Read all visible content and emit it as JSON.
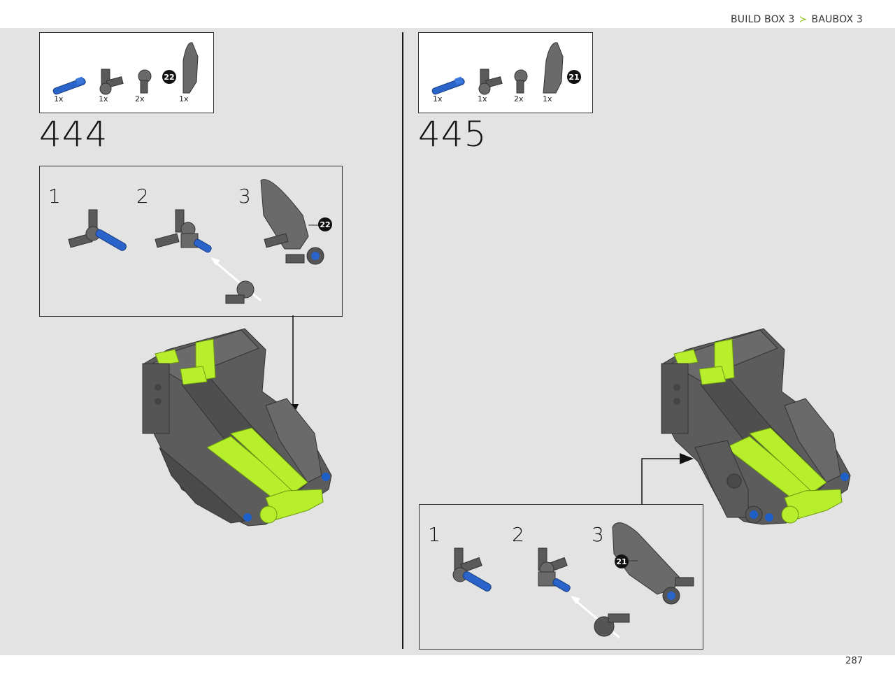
{
  "breadcrumb": {
    "item1": "BUILD BOX 3",
    "separator": "≻",
    "item2": "BAUBOX 3"
  },
  "page_number": "287",
  "steps": [
    {
      "number": "444",
      "parts": [
        {
          "qty": "1x",
          "icon": "blue-axle-pin"
        },
        {
          "qty": "1x",
          "icon": "grey-axle-connector"
        },
        {
          "qty": "2x",
          "icon": "grey-pin-connector"
        },
        {
          "qty": "1x",
          "icon": "grey-panel-22",
          "badge": "22"
        }
      ],
      "substeps": [
        "1",
        "2",
        "3"
      ],
      "panel_badge": "22"
    },
    {
      "number": "445",
      "parts": [
        {
          "qty": "1x",
          "icon": "blue-axle-pin"
        },
        {
          "qty": "1x",
          "icon": "grey-axle-connector"
        },
        {
          "qty": "2x",
          "icon": "grey-pin-connector"
        },
        {
          "qty": "1x",
          "icon": "grey-panel-21",
          "badge": "21"
        }
      ],
      "substeps": [
        "1",
        "2",
        "3"
      ],
      "panel_badge": "21"
    }
  ],
  "colors": {
    "accent_green": "#8dc21f",
    "lime": "#b8ef2c",
    "blue": "#1f5fc8",
    "dark_grey": "#5c5c5c",
    "background": "#e3e3e3"
  }
}
